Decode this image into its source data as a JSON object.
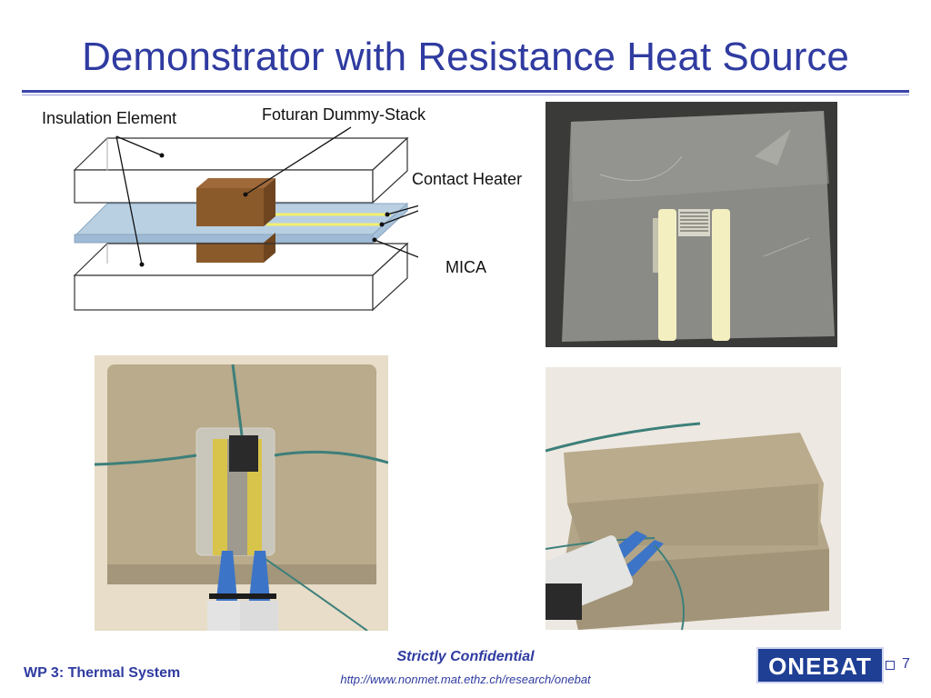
{
  "slide": {
    "title": "Demonstrator with Resistance Heat Source",
    "number": "7"
  },
  "diagram": {
    "labels": {
      "insulation": "Insulation Element",
      "foturan": "Foturan Dummy-Stack",
      "contact_heater": "Contact Heater",
      "mica": "MICA"
    },
    "colors": {
      "stack": "#8b5a2b",
      "mica": "#b9d0e3",
      "heater": "#f3ef6b"
    }
  },
  "footer": {
    "left": "WP 3: Thermal System",
    "confidential": "Strictly Confidential",
    "url": "http://www.nonmet.mat.ethz.ch/research/onebat",
    "logo_text": "ONEBAT"
  }
}
